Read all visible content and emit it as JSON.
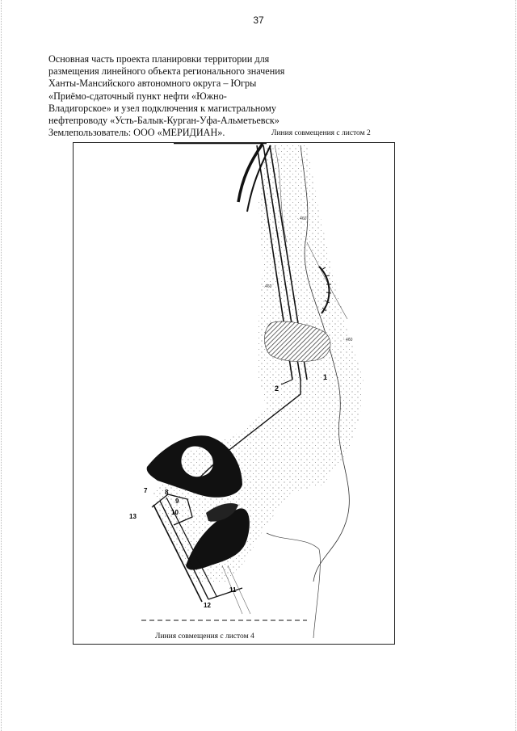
{
  "page": {
    "number": "37"
  },
  "header": {
    "lines": [
      "Основная часть проекта планировки территории для",
      "размещения линейного объекта регионального значения",
      "Ханты-Мансийского автономного округа – Югры",
      "«Приёмо-сдаточный пункт нефти «Южно-",
      "Владигорское» и узел подключения к магистральному",
      "нефтепроводу «Усть-Балык-Курган-Уфа-Альметьевск»",
      "Землепользователь: ООО «МЕРИДИАН»."
    ]
  },
  "map": {
    "overlay_line_top": "Линия совмещения с листом 2",
    "overlay_line_bottom": "Линия совмещения с листом 4",
    "point_labels": [
      "1",
      "2",
      "7",
      "8",
      "9",
      "10",
      "11",
      "12",
      "13"
    ],
    "colors": {
      "ink": "#111111",
      "hatch": "#444444"
    }
  }
}
